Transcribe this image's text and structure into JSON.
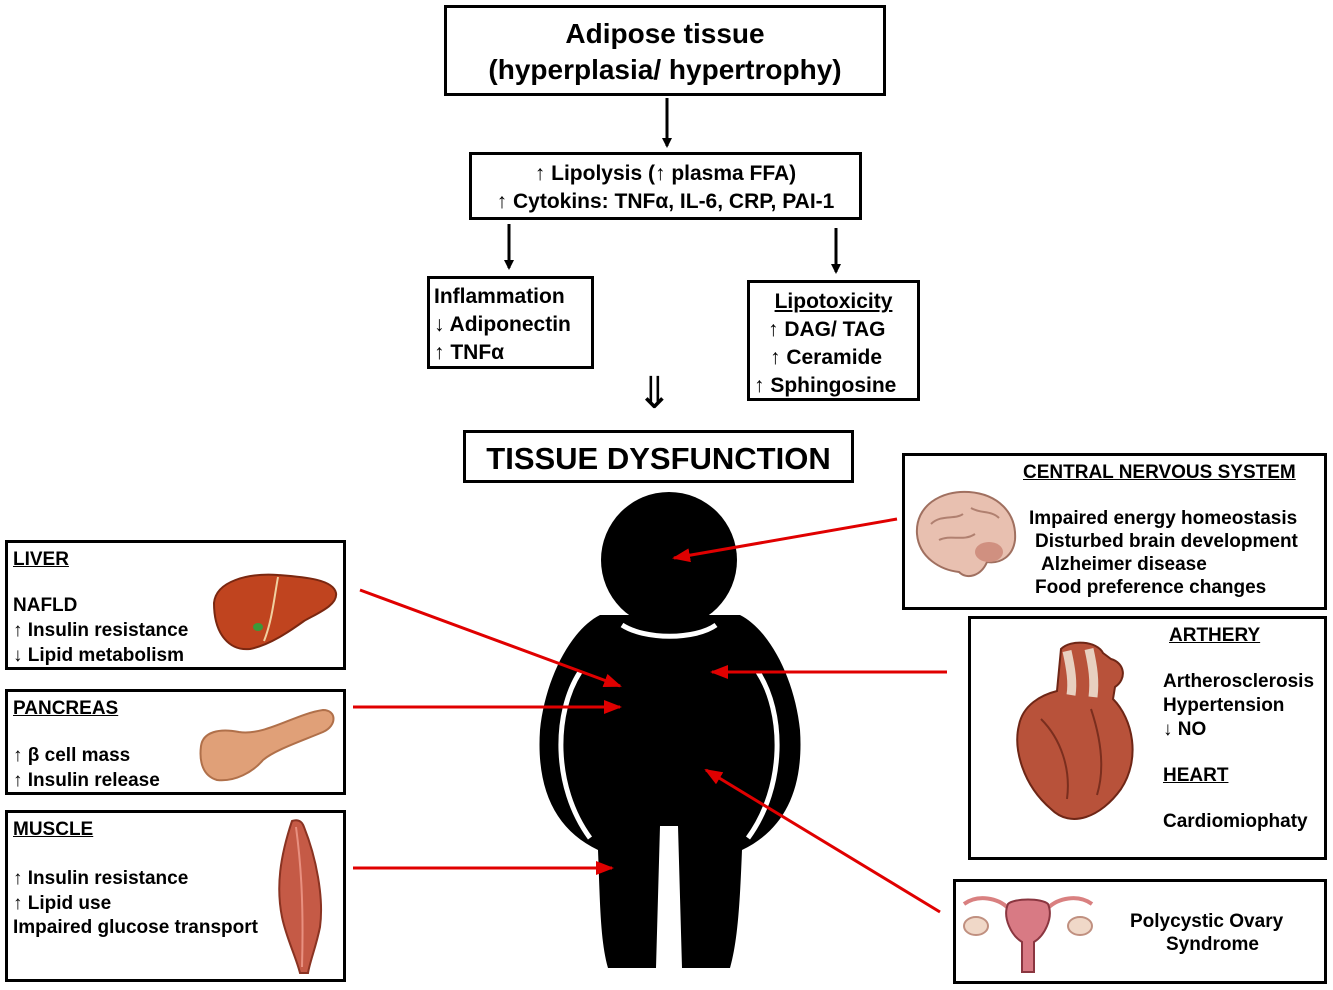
{
  "adipose": {
    "line1": "Adipose tissue",
    "line2": "(hyperplasia/ hypertrophy)"
  },
  "lipolysis": {
    "line1": "↑ Lipolysis (↑ plasma FFA)",
    "line2": "↑ Cytokins: TNFα, IL-6, CRP, PAI-1"
  },
  "inflammation": {
    "title": "Inflammation",
    "line1": "↓ Adiponectin",
    "line2": "↑ TNFα"
  },
  "lipotoxicity": {
    "title": "Lipotoxicity",
    "line1": "↑ DAG/ TAG",
    "line2": "↑ Ceramide",
    "line3": "↑ Sphingosine"
  },
  "double_arrow": "⇓",
  "tissue_dysfunction": "TISSUE DYSFUNCTION",
  "cns": {
    "title": "CENTRAL NERVOUS SYSTEM",
    "items": [
      "Impaired energy homeostasis",
      "Disturbed brain development",
      "Alzheimer disease",
      "Food preference changes"
    ]
  },
  "liver": {
    "title": "LIVER",
    "items": [
      "NAFLD",
      "↑ Insulin resistance",
      "↓ Lipid metabolism"
    ]
  },
  "pancreas": {
    "title": "PANCREAS",
    "items": [
      "↑ β cell mass",
      "↑ Insulin release"
    ]
  },
  "muscle": {
    "title": "MUSCLE",
    "items": [
      "↑ Insulin resistance",
      "↑ Lipid use",
      "Impaired glucose transport"
    ]
  },
  "arthery": {
    "title": "ARTHERY",
    "items": [
      "Artherosclerosis",
      "Hypertension",
      "↓ NO"
    ],
    "heart_title": "HEART",
    "heart_item": "Cardiomiophaty"
  },
  "pcos": {
    "line1": "Polycystic Ovary",
    "line2": "Syndrome"
  },
  "colors": {
    "arrow_black": "#000000",
    "arrow_red": "#e00000",
    "silhouette": "#000000",
    "liver": "#c0441f",
    "pancreas": "#e0a078",
    "muscle": "#c55a46",
    "heart": "#b8523a",
    "brain": "#e8c0b0"
  }
}
